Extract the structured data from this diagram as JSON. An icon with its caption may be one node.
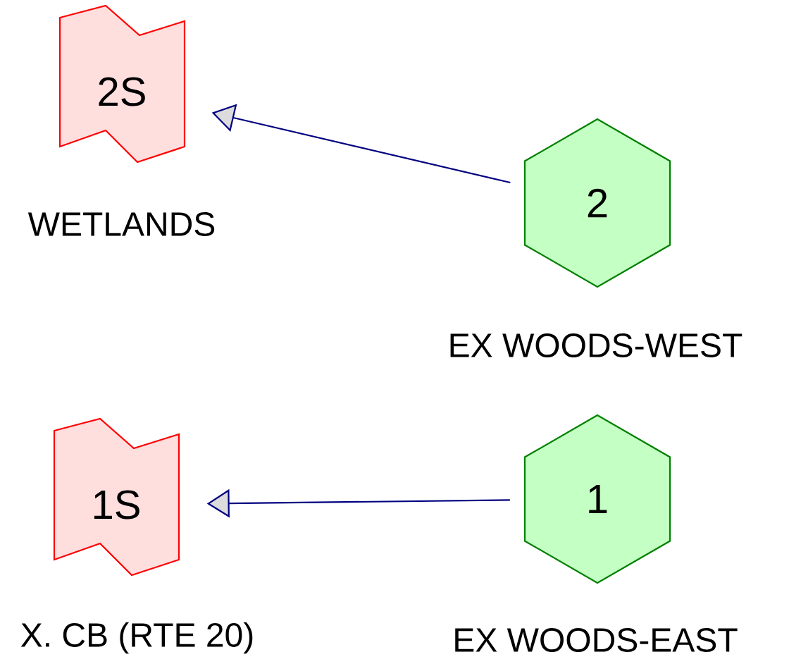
{
  "diagram": {
    "nodes": [
      {
        "text": [
          "2S"
        ],
        "beside": [
          "WETLANDS"
        ]
      },
      {
        "text": [
          "2"
        ],
        "beside": [
          "EX WOODS-WEST"
        ]
      },
      {
        "text": [
          "1S"
        ],
        "beside": [
          "X. CB (RTE 20)"
        ]
      },
      {
        "text": [
          "1"
        ],
        "beside": [
          "EX WOODS-EAST"
        ]
      }
    ],
    "edges": [
      {
        "from": 1,
        "to": 0,
        "arrow": "to"
      },
      {
        "from": 3,
        "to": 2,
        "arrow": "to"
      }
    ]
  }
}
